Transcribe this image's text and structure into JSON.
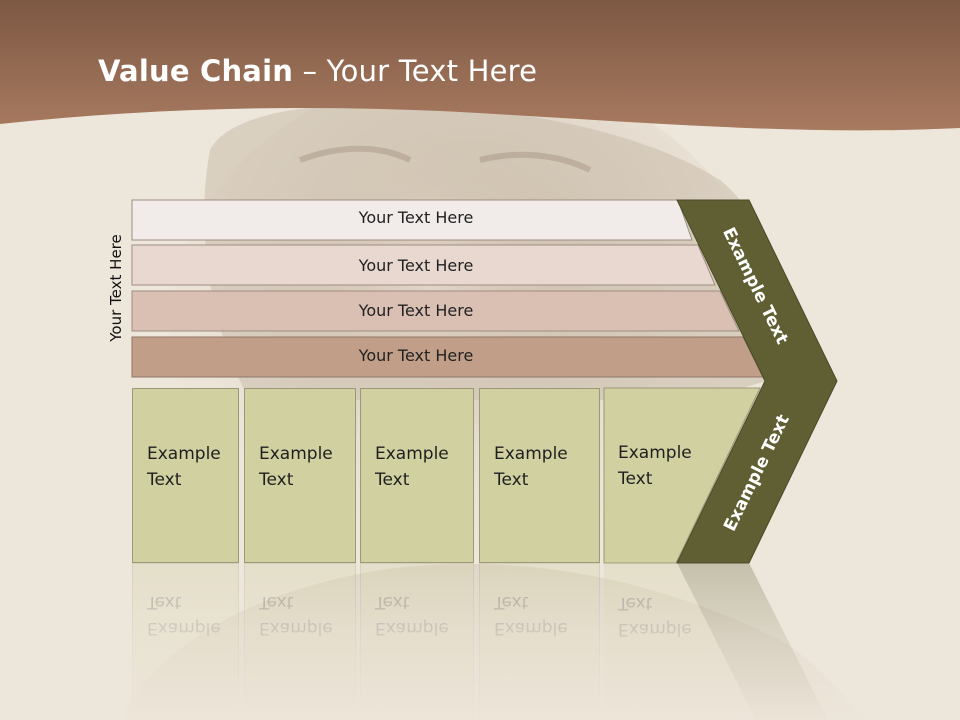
{
  "slide": {
    "title_bold": "Value Chain",
    "title_rest": " – Your Text Here",
    "side_label": "Your Text Here"
  },
  "support_rows": [
    {
      "label": "Your Text Here"
    },
    {
      "label": "Your Text Here"
    },
    {
      "label": "Your Text Here"
    },
    {
      "label": "Your Text Here"
    }
  ],
  "primary_activities": [
    {
      "line1": "Example",
      "line2": "Text"
    },
    {
      "line1": "Example",
      "line2": "Text"
    },
    {
      "line1": "Example",
      "line2": "Text"
    },
    {
      "line1": "Example",
      "line2": "Text"
    },
    {
      "line1": "Example",
      "line2": "Text"
    }
  ],
  "margin_chevron": {
    "top_label": "Example Text",
    "bottom_label": "Example Text"
  },
  "colors": {
    "header": "#93654c",
    "row1": "#f1ecea",
    "row2": "#e8d8d0",
    "row3": "#d9c0b2",
    "row4": "#c09e88",
    "activity_fill": "#d0d0a0",
    "chevron": "#5f5f33"
  }
}
